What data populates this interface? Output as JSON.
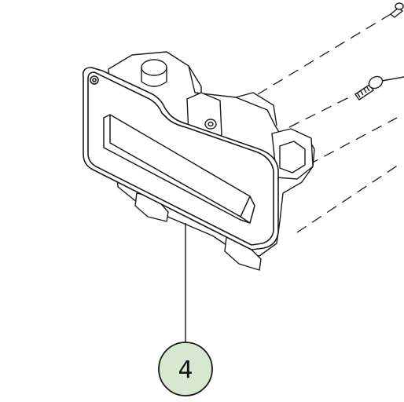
{
  "diagram": {
    "kind": "exploded-parts-diagram",
    "part": {
      "name": "handle-housing-assembly"
    },
    "callout": {
      "number": "4",
      "fill_color": "#d6e8cf",
      "stroke_color": "#1a1a1a"
    },
    "hardware": [
      {
        "name": "screw"
      },
      {
        "name": "screw"
      }
    ],
    "line_color": "#1a1a1a",
    "background": "#ffffff"
  }
}
